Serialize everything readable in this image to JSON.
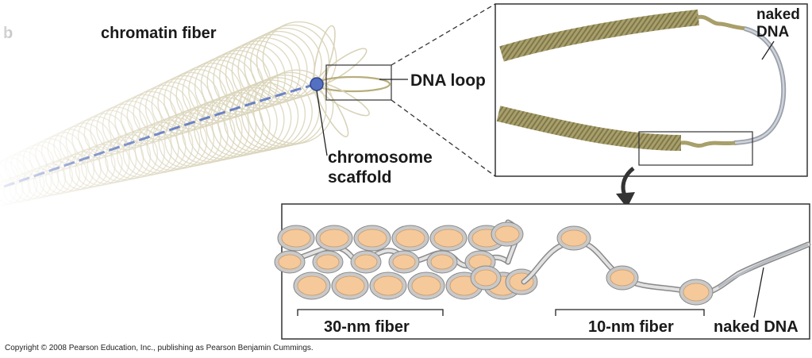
{
  "panel_label": "b",
  "labels": {
    "chromatin_fiber": "chromatin fiber",
    "dna_loop": "DNA loop",
    "chromosome": "chromosome",
    "scaffold": "scaffold",
    "naked_dna_top_1": "naked",
    "naked_dna_top_2": "DNA",
    "thirty_nm_fiber": "30-nm fiber",
    "ten_nm_fiber": "10-nm fiber",
    "naked_dna_bottom": "naked DNA"
  },
  "copyright": "Copyright © 2008 Pearson Education, Inc., publishing as Pearson Benjamin Cummings.",
  "colors": {
    "fiber_tan": "#a89f6a",
    "fiber_dark": "#7d7648",
    "loop_beige": "#d9d3b8",
    "scaffold_blue": "#5470c0",
    "naked_dna_gray": "#b8bcc4",
    "histone_orange": "#f6c99a",
    "dna_wrap_gray": "#c9c9c9"
  }
}
